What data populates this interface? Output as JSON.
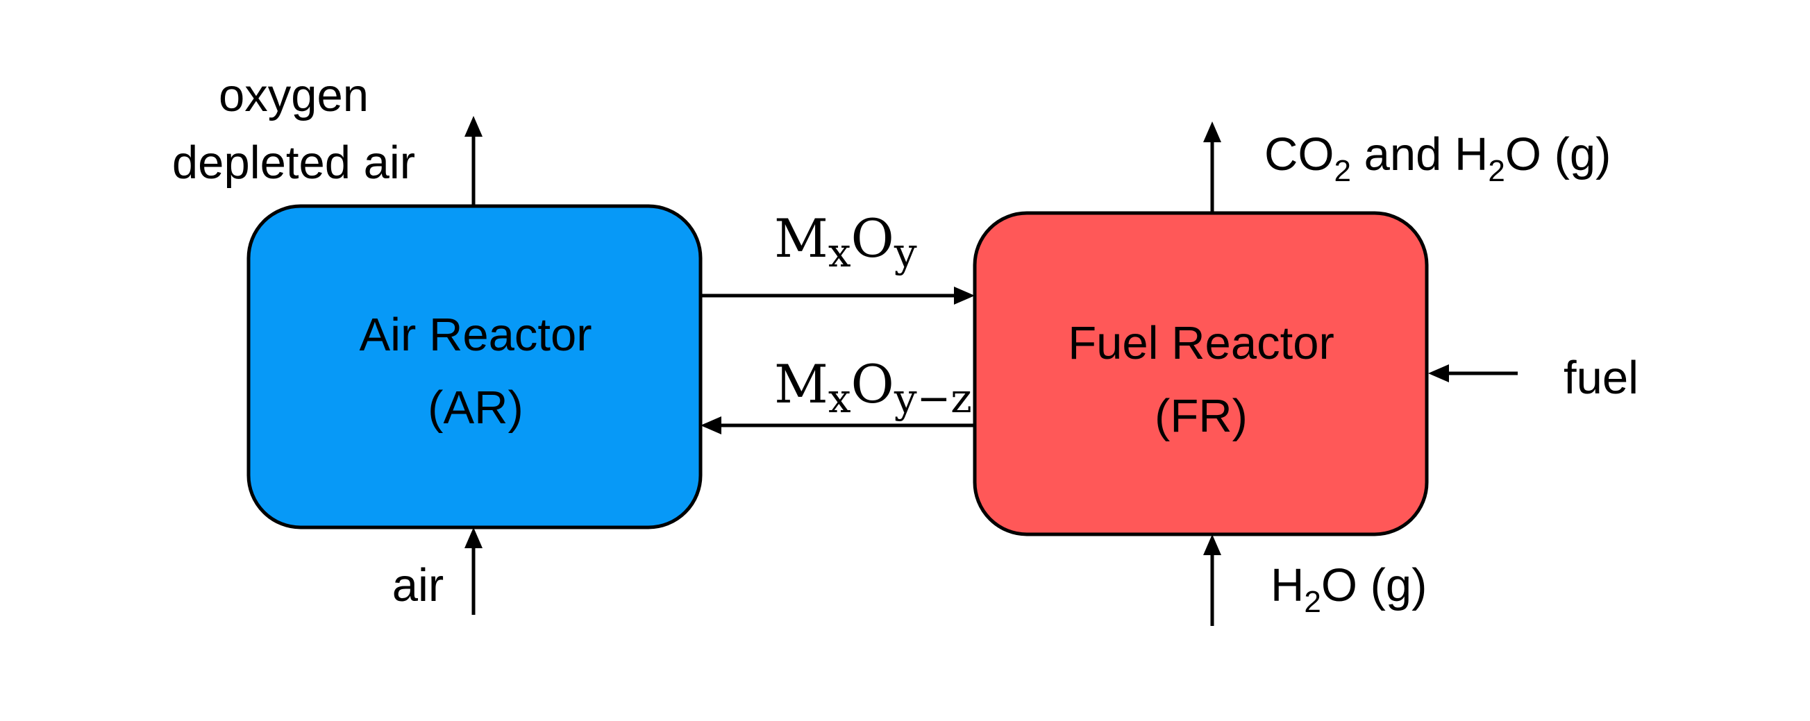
{
  "colors": {
    "air_reactor": "#0799F7",
    "fuel_reactor": "#FF5858",
    "stroke": "#000000"
  },
  "air_reactor": {
    "line1": "Air Reactor",
    "line2": "(AR)"
  },
  "fuel_reactor": {
    "line1": "Fuel Reactor",
    "line2": "(FR)"
  },
  "streams": {
    "ar_out_line1": "oxygen",
    "ar_out_line2": "depleted air",
    "ar_in": "air",
    "fr_out_main": "CO",
    "fr_out_sub1": "2",
    "fr_out_mid": " and H",
    "fr_out_sub2": "2",
    "fr_out_end": "O (g)",
    "fr_in_side": "fuel",
    "fr_in_bottom_main": "H",
    "fr_in_bottom_sub": "2",
    "fr_in_bottom_end": "O (g)"
  },
  "transfer": {
    "forward": {
      "m": "M",
      "x": "x",
      "o": "O",
      "sub": "y"
    },
    "return": {
      "m": "M",
      "x": "x",
      "o": "O",
      "sub": "y−z"
    }
  }
}
